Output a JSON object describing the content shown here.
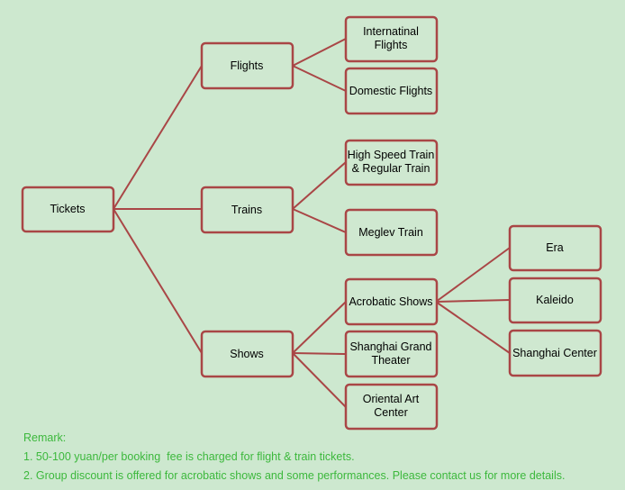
{
  "diagram": {
    "root": "Tickets",
    "categories": {
      "flights": "Flights",
      "trains": "Trains",
      "shows": "Shows"
    },
    "leaves": {
      "international_flights": [
        "Internatinal",
        "Flights"
      ],
      "domestic_flights": [
        "Domestic Flights"
      ],
      "high_speed_train": [
        "High Speed Train",
        "& Regular Train"
      ],
      "meglev_train": [
        "Meglev Train"
      ],
      "acrobatic_shows": [
        "Acrobatic Shows"
      ],
      "shanghai_grand_theater": [
        "Shanghai Grand",
        "Theater"
      ],
      "oriental_art_center": [
        "Oriental Art",
        "Center"
      ],
      "era": [
        "Era"
      ],
      "kaleido": [
        "Kaleido"
      ],
      "shanghai_center": [
        "Shanghai Center"
      ]
    }
  },
  "remark": {
    "title": "Remark:",
    "lines": [
      "1. 50-100 yuan/per booking  fee is charged for flight & train tickets.",
      "2. Group discount is offered for acrobatic shows and some performances. Please contact us for more details."
    ]
  },
  "colors": {
    "background": "#cde8cf",
    "box_border": "#a94646",
    "connector": "#a94646",
    "remark_text": "#3cb83c"
  }
}
